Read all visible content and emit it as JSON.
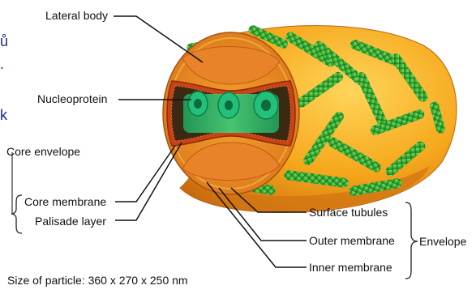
{
  "fragments": [
    "ů",
    ".",
    "k"
  ],
  "labels": {
    "lateral_body": "Lateral body",
    "nucleoprotein": "Nucleoprotein",
    "core_envelope": "Core envelope",
    "core_membrane": "Core membrane",
    "palisade_layer": "Palisade layer",
    "surface_tubules": "Surface tubules",
    "outer_membrane": "Outer membrane",
    "inner_membrane": "Inner membrane",
    "envelope": "Envelope",
    "particle_size": "Size of particle: 360 x 270 x 250 nm"
  },
  "colors": {
    "outer_body": "#f6a71b",
    "outer_body_shade": "#e07c10",
    "inner_orange": "#ee8a1c",
    "palisade": "#d24a16",
    "core_green": "#2fbf6b",
    "tubules": "#1f9d2a",
    "tubule_highlight": "#6fdc4a"
  }
}
